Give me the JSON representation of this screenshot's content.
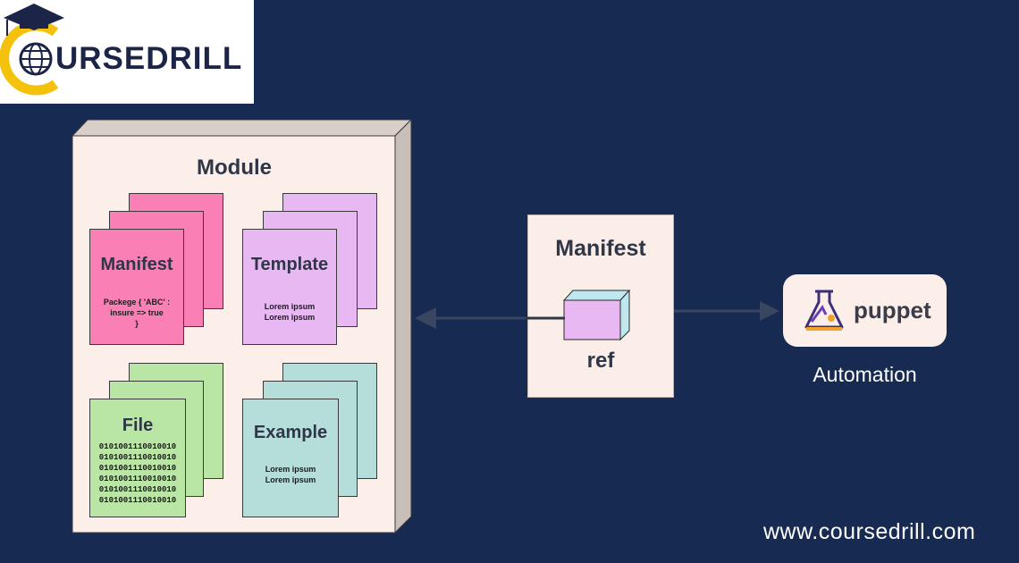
{
  "logo": {
    "text": "URSEDRILL",
    "icon": "graduation-cap-globe-icon"
  },
  "module": {
    "title": "Module",
    "cards": [
      {
        "title": "Manifest",
        "body": "Packege { 'ABC' :\ninsure => true\n}",
        "color": "#f97fb4"
      },
      {
        "title": "Template",
        "body": "Lorem ipsum\nLorem ipsum",
        "color": "#e8b8f2"
      },
      {
        "title": "File",
        "binary": [
          "0101001110010010",
          "0101001110010010",
          "0101001110010010",
          "0101001110010010",
          "0101001110010010",
          "0101001110010010"
        ],
        "color": "#b9e6a4"
      },
      {
        "title": "Example",
        "body": "Lorem ipsum\nLorem ipsum",
        "color": "#b5ddd9"
      }
    ]
  },
  "ref_panel": {
    "title": "Manifest",
    "label": "ref"
  },
  "puppet": {
    "label": "puppet",
    "caption": "Automation",
    "icon": "puppet-flask-icon"
  },
  "website": "www.coursedrill.com",
  "colors": {
    "background": "#172a52",
    "module_face": "#fcefe9",
    "arrow": "#3a4660"
  }
}
